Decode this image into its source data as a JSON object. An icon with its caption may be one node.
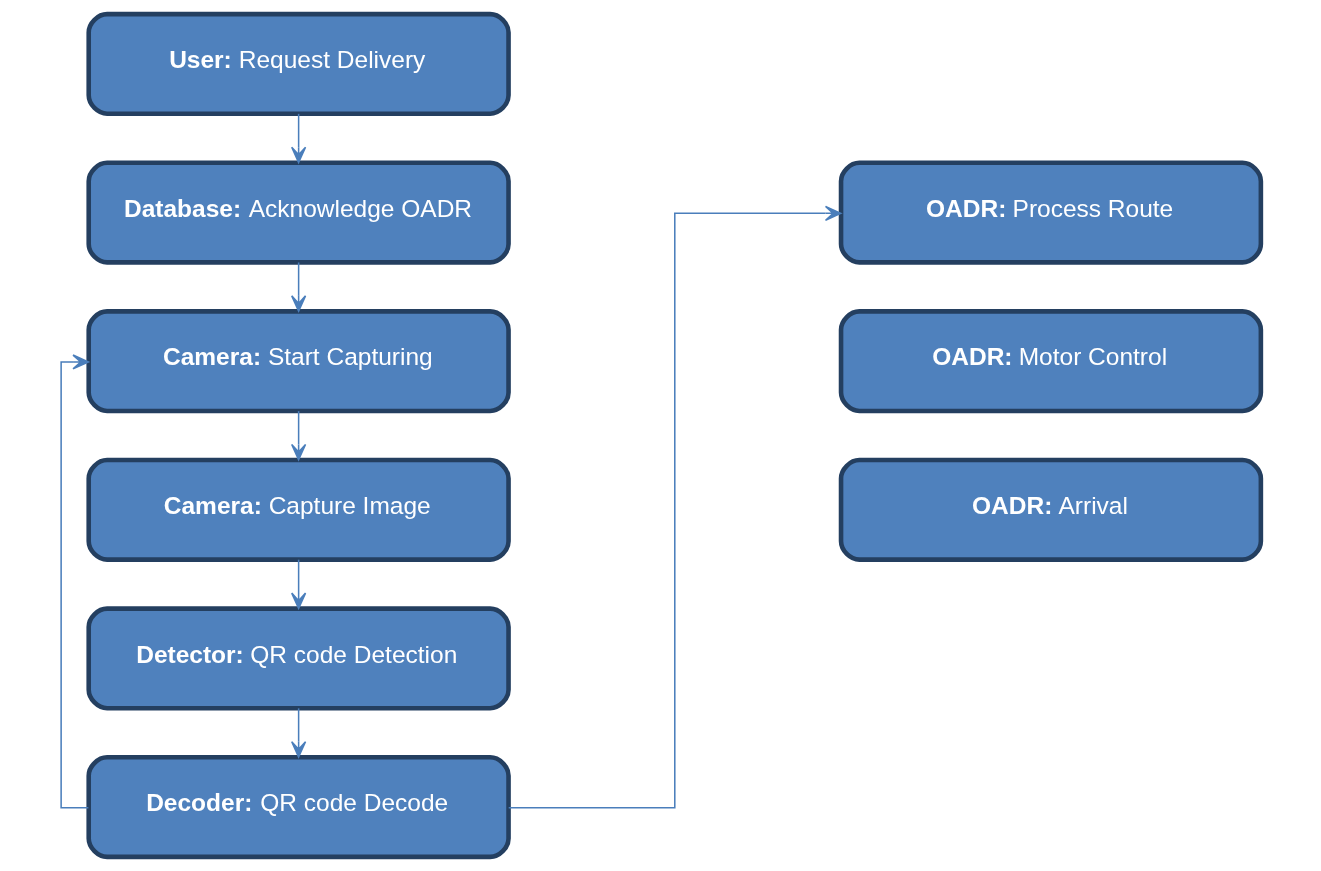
{
  "diagram": {
    "nodes": [
      {
        "text": [
          "**User:** Request Delivery"
        ]
      },
      {
        "text": [
          "**Database:** Acknowledge OADR"
        ]
      },
      {
        "text": [
          "**Camera:** Start Capturing"
        ]
      },
      {
        "text": [
          "**Camera:** Capture Image"
        ]
      },
      {
        "text": [
          "**Detector:** QR code Detection"
        ]
      },
      {
        "text": [
          "**Decoder:** QR code Decode"
        ]
      },
      {
        "text": [
          "**OADR:** Process Route"
        ]
      },
      {
        "text": [
          "**OADR:** Motor Control"
        ]
      },
      {
        "text": [
          "**OADR:** Arrival"
        ]
      }
    ],
    "edges": [
      {
        "from": 0,
        "to": 1,
        "arrow": "to"
      },
      {
        "from": 1,
        "to": 2,
        "arrow": "to"
      },
      {
        "from": 2,
        "to": 3,
        "arrow": "to"
      },
      {
        "from": 3,
        "to": 4,
        "arrow": "to"
      },
      {
        "from": 4,
        "to": 5,
        "arrow": "to"
      },
      {
        "from": 5,
        "to": 2,
        "arrow": "to"
      },
      {
        "from": 5,
        "to": 6,
        "arrow": "to"
      }
    ]
  }
}
